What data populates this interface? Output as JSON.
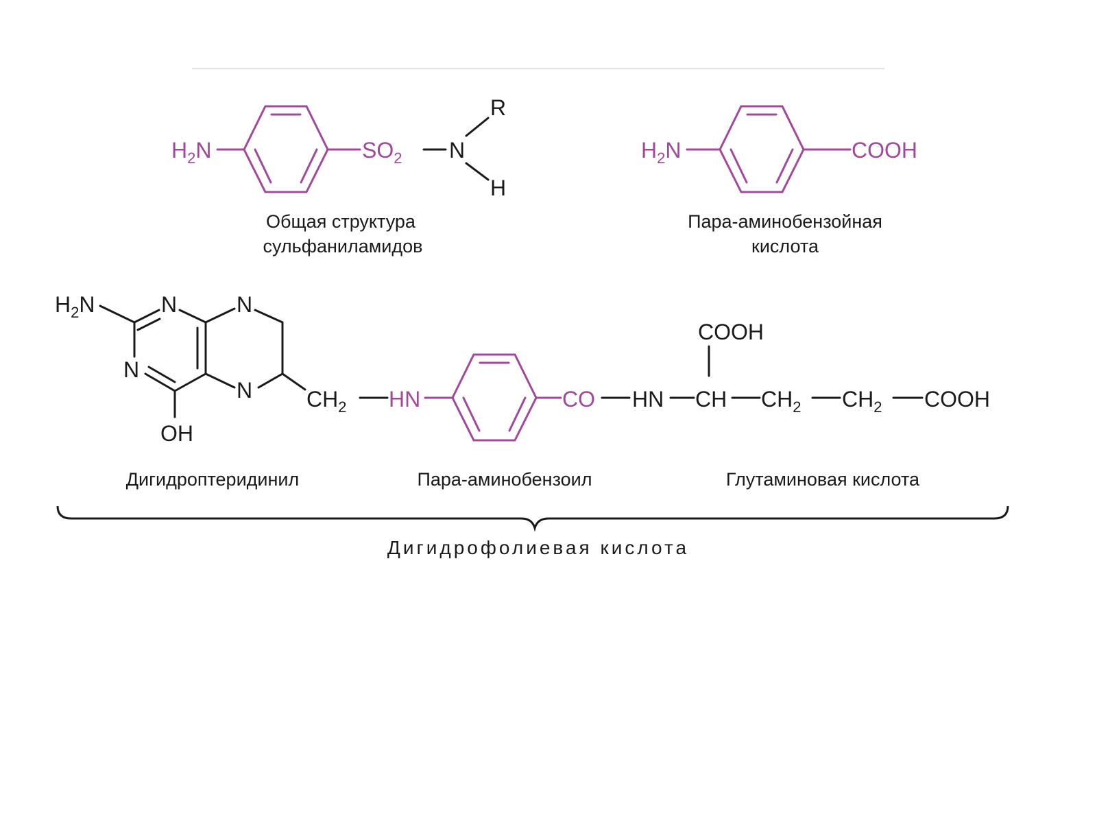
{
  "colors": {
    "accent": "#a0489a",
    "ink": "#1a1a1a"
  },
  "molecules": {
    "sulfanilamide": {
      "h2n_main": "H",
      "h2n_sub": "2",
      "h2n_n": "N",
      "so2_main": "SO",
      "so2_sub": "2",
      "n": "N",
      "r": "R",
      "h": "H",
      "caption_line1": "Общая структура",
      "caption_line2": "сульфаниламидов"
    },
    "paba": {
      "h2n_main": "H",
      "h2n_sub": "2",
      "h2n_n": "N",
      "cooh": "COOH",
      "caption_line1": "Пара-аминобензойная",
      "caption_line2": "кислота"
    },
    "dihydrofolate": {
      "h2n_main": "H",
      "h2n_sub": "2",
      "h2n_n": "N",
      "n1": "N",
      "n2": "N",
      "n3": "N",
      "n4": "N",
      "oh": "OH",
      "ch2_link_main": "CH",
      "ch2_link_sub": "2",
      "hn_link": "HN",
      "co": "CO",
      "hn2": "HN",
      "ch": "CH",
      "cooh_top": "COOH",
      "ch2_a_main": "CH",
      "ch2_a_sub": "2",
      "ch2_b_main": "CH",
      "ch2_b_sub": "2",
      "cooh_end": "COOH",
      "part1": "Дигидроптеридинил",
      "part2": "Пара-аминобензоил",
      "part3": "Глутаминовая кислота",
      "caption": "Дигидрофолиевая кислота"
    }
  }
}
